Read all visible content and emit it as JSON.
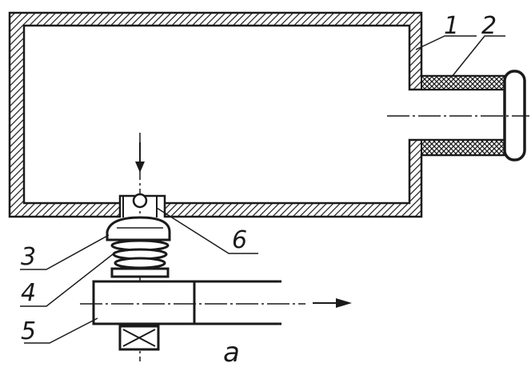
{
  "labels": {
    "one": "1",
    "two": "2",
    "three": "3",
    "four": "4",
    "five": "5",
    "six": "6"
  },
  "caption": "a",
  "colors": {
    "ink": "#1a1a1a",
    "background": "#ffffff"
  }
}
